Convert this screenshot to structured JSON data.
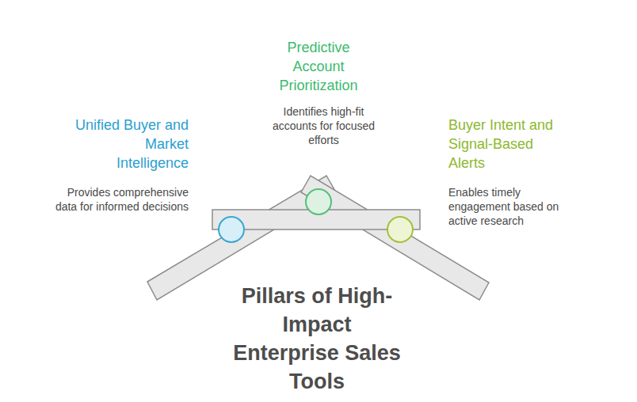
{
  "diagram": {
    "title": "Pillars of High-Impact Enterprise Sales Tools",
    "nodes": [
      {
        "text": [
          "Unified Buyer and Market Intelligence",
          "Provides comprehensive data for informed decisions"
        ]
      },
      {
        "text": [
          "Predictive Account Prioritization",
          "Identifies high-fit accounts for focused efforts"
        ]
      },
      {
        "text": [
          "Buyer Intent and Signal-Based Alerts",
          "Enables timely engagement based on active research"
        ]
      }
    ]
  }
}
